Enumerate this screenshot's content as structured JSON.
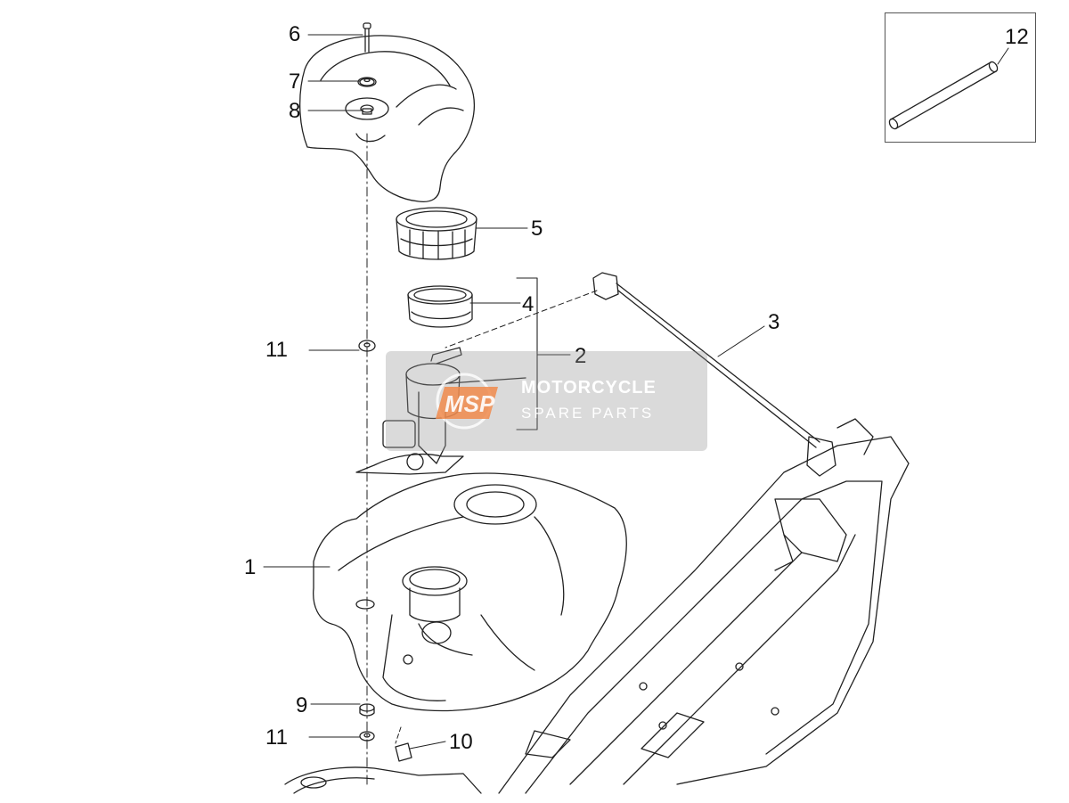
{
  "callouts": {
    "c1": "1",
    "c2": "2",
    "c3": "3",
    "c4": "4",
    "c5": "5",
    "c6": "6",
    "c7": "7",
    "c8": "8",
    "c9": "9",
    "c10": "10",
    "c11_upper": "11",
    "c11_lower": "11",
    "c12": "12"
  },
  "watermark": {
    "logo_text": "MSP",
    "line1": "MOTORCYCLE",
    "line2": "SPARE PARTS"
  },
  "colors": {
    "line": "#222222",
    "watermark_bg": "#969696",
    "logo_accent": "#f08a4b",
    "watermark_text": "#ffffff"
  }
}
